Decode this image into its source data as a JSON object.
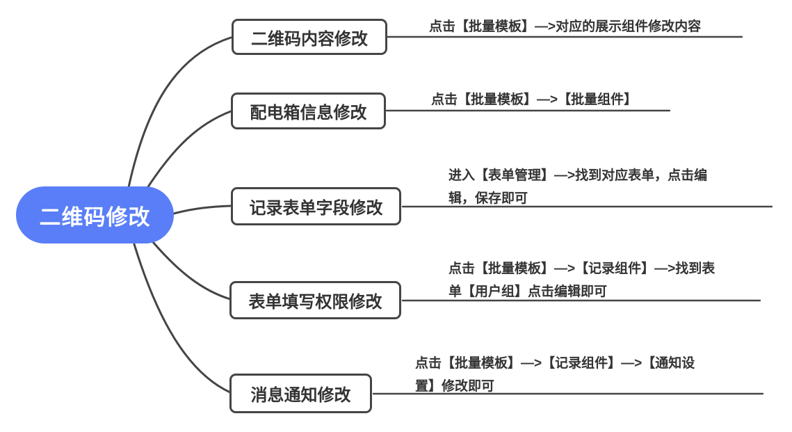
{
  "root": {
    "label": "二维码修改"
  },
  "branches": [
    {
      "label": "二维码内容修改",
      "annotation_lines": [
        "点击【批量模板】—>对应的展示组件修改内容"
      ]
    },
    {
      "label": "配电箱信息修改",
      "annotation_lines": [
        "点击【批量模板】—>【批量组件】"
      ]
    },
    {
      "label": "记录表单字段修改",
      "annotation_lines": [
        "进入【表单管理】—>找到对应表单，点击编",
        "辑，保存即可"
      ]
    },
    {
      "label": "表单填写权限修改",
      "annotation_lines": [
        "点击【批量模板】—>【记录组件】—>找到表",
        "单【用户组】点击编辑即可"
      ]
    },
    {
      "label": "消息通知修改",
      "annotation_lines": [
        "点击【批量模板】—>【记录组件】—>【通知设",
        "置】修改即可"
      ]
    }
  ],
  "colors": {
    "line": "#454545",
    "node_border": "#454545",
    "text": "#333333",
    "root_fill": "#597EF7",
    "root_text": "#ffffff",
    "background": "#ffffff"
  }
}
